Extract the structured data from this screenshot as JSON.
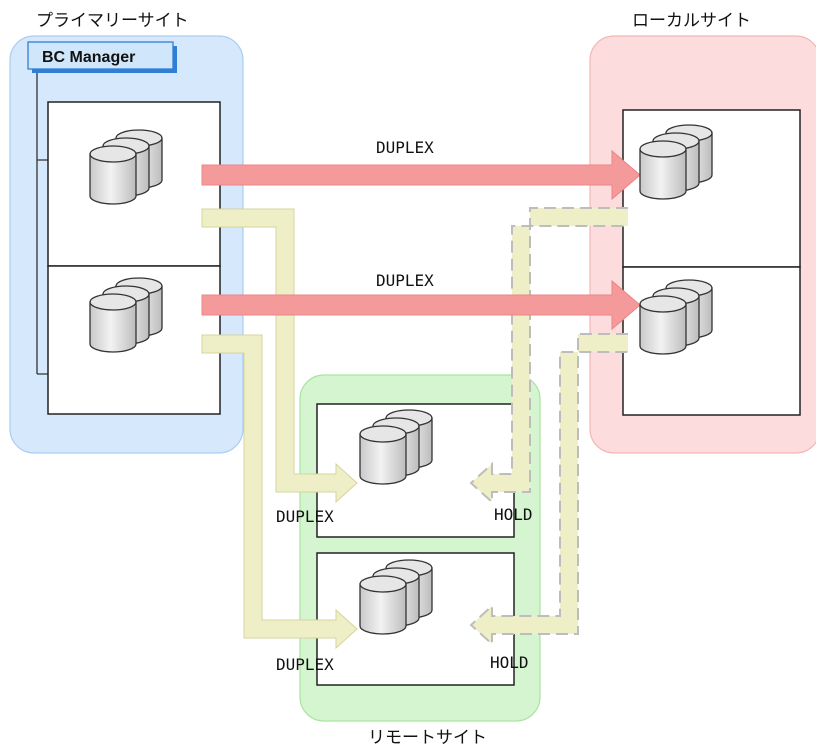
{
  "sites": {
    "primary": {
      "label": "プライマリーサイト",
      "color": "#d6e8fb",
      "border": "#a9cdf1"
    },
    "local": {
      "label": "ローカルサイト",
      "color": "#fcdcdc",
      "border": "#f3b6b6"
    },
    "remote": {
      "label": "リモートサイト",
      "color": "#d4f5cf",
      "border": "#a9e3a0"
    }
  },
  "bc_manager": {
    "label": "BC Manager",
    "color": "#cfe6fb",
    "border": "#2f7fd6"
  },
  "pair_states": {
    "primary_local_upper": "DUPLEX",
    "primary_local_lower": "DUPLEX",
    "primary_remote_upper": "DUPLEX",
    "primary_remote_lower": "DUPLEX",
    "local_remote_upper": "HOLD",
    "local_remote_lower": "HOLD"
  },
  "colors": {
    "duplex_arrow": "#f49a9a",
    "remote_arrow": "#efefc7",
    "hold_dash": "#bdbdbd"
  },
  "icons": {
    "volume": "disk-stack-icon"
  }
}
